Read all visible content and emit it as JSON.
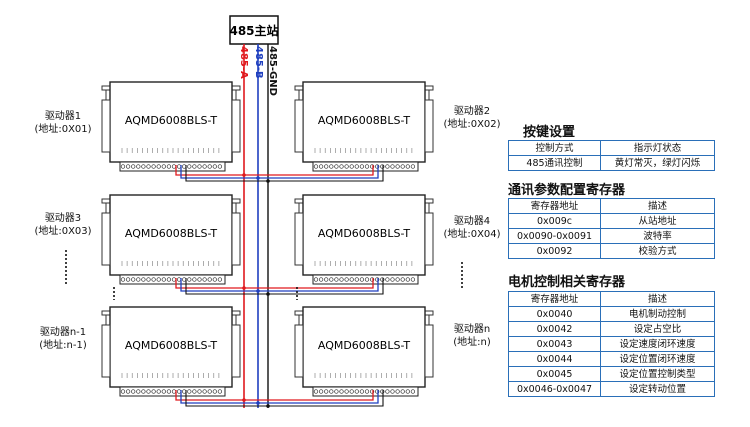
{
  "master": {
    "label": "485主站"
  },
  "bus": {
    "a": "485-A",
    "b": "485-B",
    "gnd": "485-GND",
    "color_a": "#e0191e",
    "color_b": "#1f3fbf",
    "color_gnd": "#111111"
  },
  "devices": [
    {
      "model": "AQMD6008BLS-T",
      "name": "驱动器1",
      "addr": "(地址:0X01)"
    },
    {
      "model": "AQMD6008BLS-T",
      "name": "驱动器2",
      "addr": "(地址:0X02)"
    },
    {
      "model": "AQMD6008BLS-T",
      "name": "驱动器3",
      "addr": "(地址:0X03)"
    },
    {
      "model": "AQMD6008BLS-T",
      "name": "驱动器4",
      "addr": "(地址:0X04)"
    },
    {
      "model": "AQMD6008BLS-T",
      "name": "驱动器n-1",
      "addr": "(地址:n-1)"
    },
    {
      "model": "AQMD6008BLS-T",
      "name": "驱动器n",
      "addr": "(地址:n)"
    }
  ],
  "tables": {
    "keys": {
      "title": "按键设置",
      "rows": [
        [
          "控制方式",
          "指示灯状态"
        ],
        [
          "485通讯控制",
          "黄灯常灭，绿灯闪烁"
        ]
      ]
    },
    "comm": {
      "title": "通讯参数配置寄存器",
      "rows": [
        [
          "寄存器地址",
          "描述"
        ],
        [
          "0x009c",
          "从站地址"
        ],
        [
          "0x0090-0x0091",
          "波特率"
        ],
        [
          "0x0092",
          "校验方式"
        ]
      ]
    },
    "motor": {
      "title": "电机控制相关寄存器",
      "rows": [
        [
          "寄存器地址",
          "描述"
        ],
        [
          "0x0040",
          "电机制动控制"
        ],
        [
          "0x0042",
          "设定占空比"
        ],
        [
          "0x0043",
          "设定速度闭环速度"
        ],
        [
          "0x0044",
          "设定位置闭环速度"
        ],
        [
          "0x0045",
          "设定位置控制类型"
        ],
        [
          "0x0046-0x0047",
          "设定转动位置"
        ]
      ]
    }
  }
}
